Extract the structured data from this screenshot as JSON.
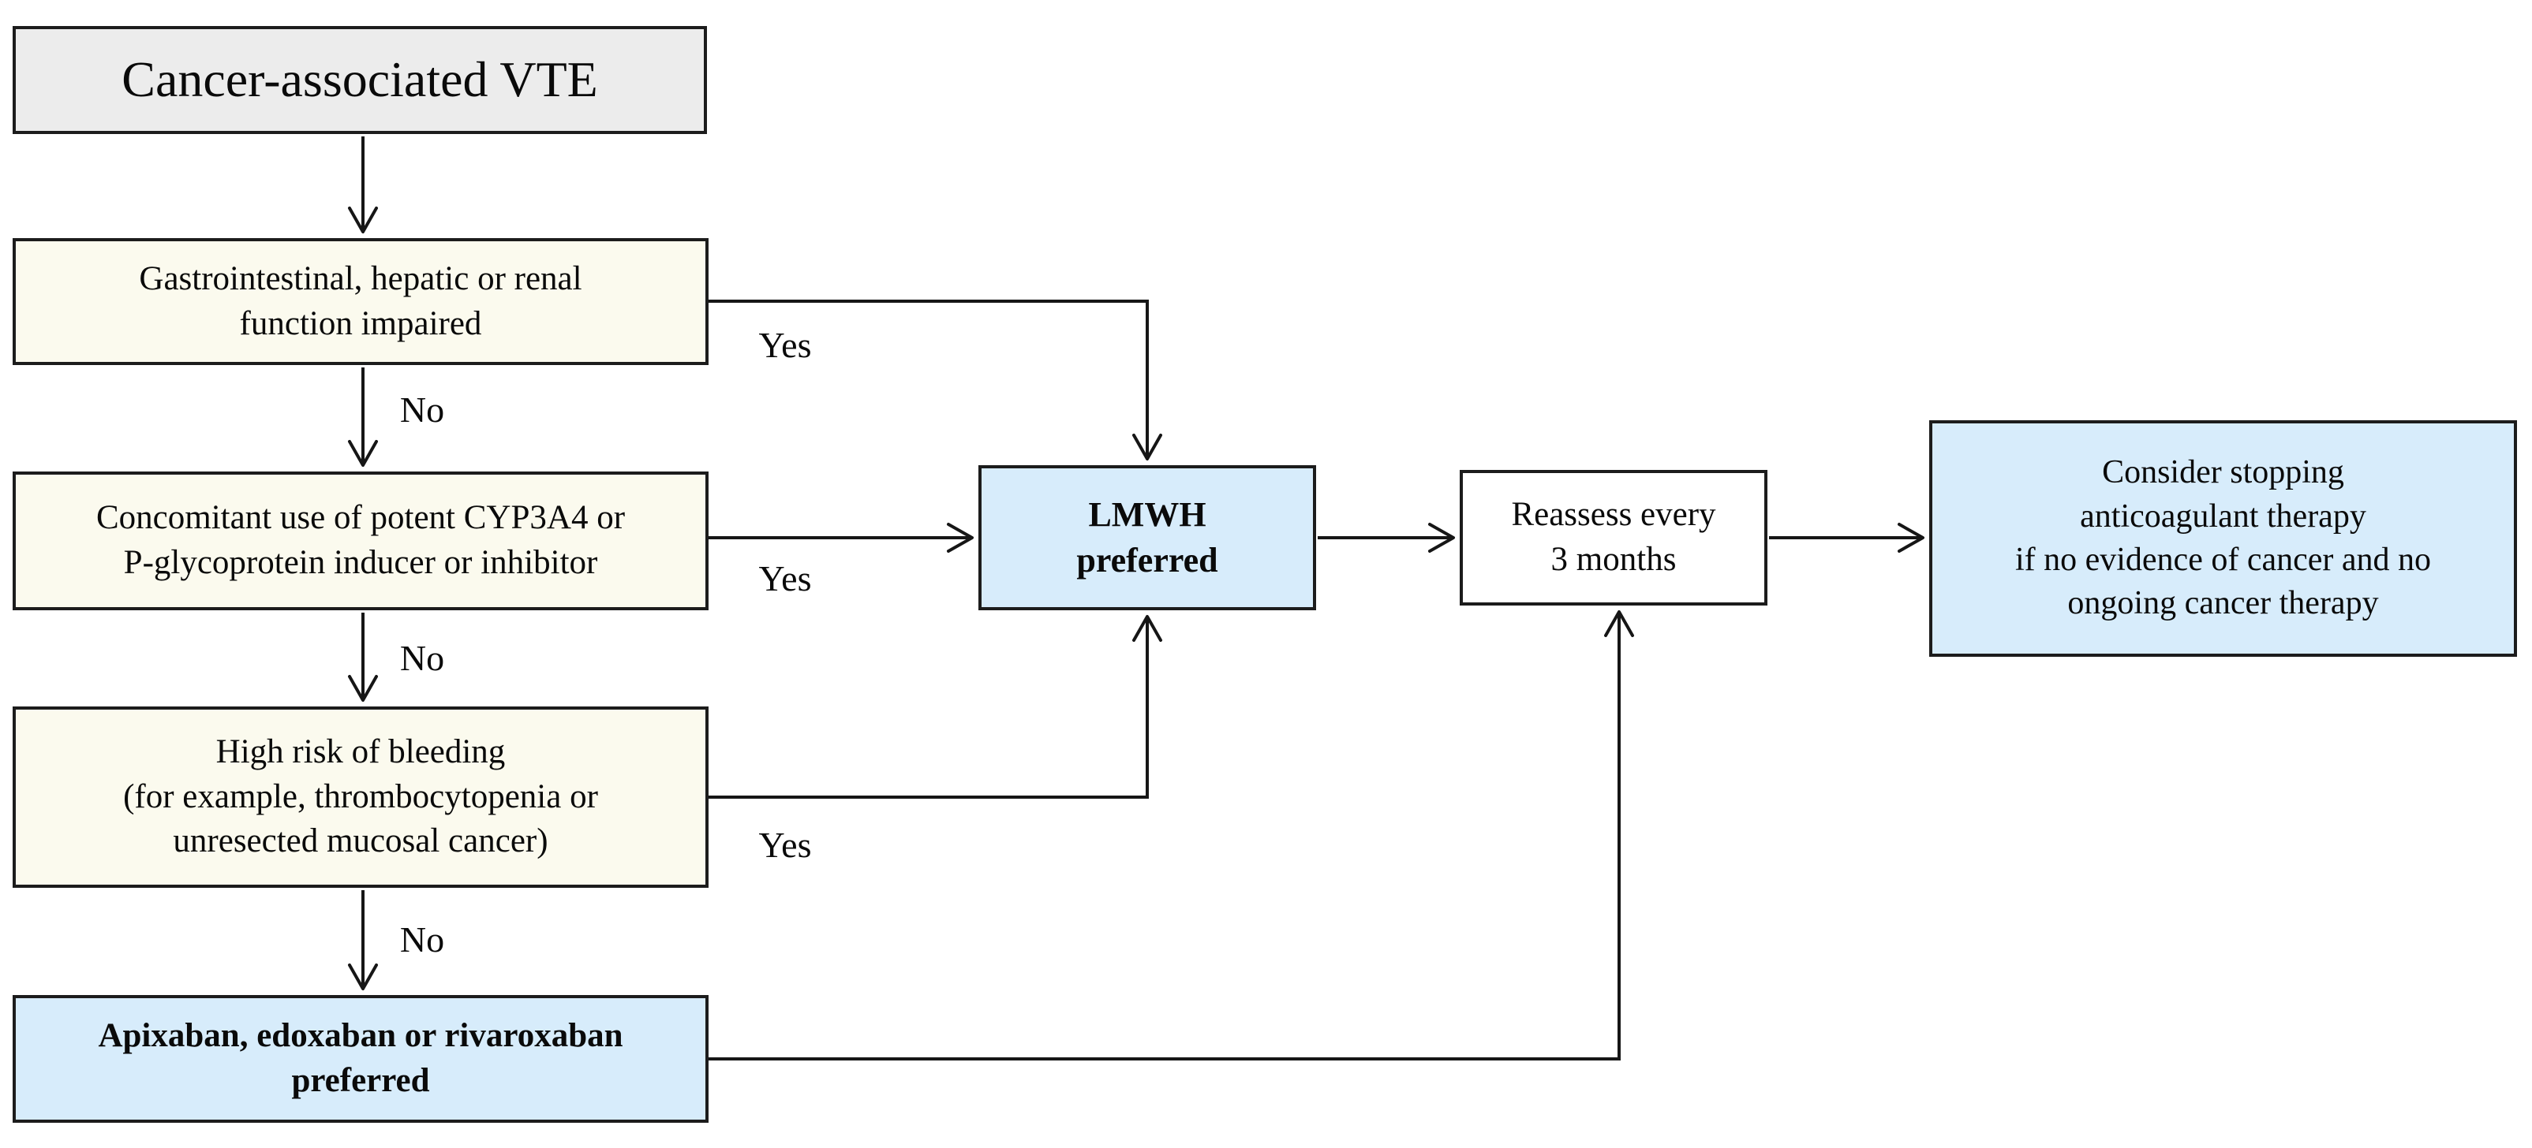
{
  "nodes": {
    "start": {
      "text": "Cancer-associated VTE"
    },
    "gi": {
      "text": "Gastrointestinal, hepatic or renal\nfunction impaired"
    },
    "cyp": {
      "text": "Concomitant use of potent CYP3A4 or\nP-glycoprotein inducer or inhibitor"
    },
    "bleed": {
      "text": "High risk of bleeding\n(for example, thrombocytopenia or\nunresected mucosal cancer)"
    },
    "doac": {
      "text": "Apixaban, edoxaban or rivaroxaban\npreferred"
    },
    "lmwh": {
      "text": "LMWH\npreferred"
    },
    "reassess": {
      "text": "Reassess every\n3 months"
    },
    "stop": {
      "text": "Consider stopping\nanticoagulant therapy\nif no evidence of cancer and no\nongoing cancer therapy"
    }
  },
  "edge_labels": {
    "gi_yes": "Yes",
    "gi_no": "No",
    "cyp_yes": "Yes",
    "cyp_no": "No",
    "bleed_yes": "Yes",
    "bleed_no": "No"
  },
  "colors": {
    "page-bg": "#ffffff",
    "gray": "#ececec",
    "cream": "#fbfaee",
    "blue": "#d7ecfb",
    "border": "#1c1c1c",
    "line": "#161616",
    "text": "#0a0a0a"
  }
}
